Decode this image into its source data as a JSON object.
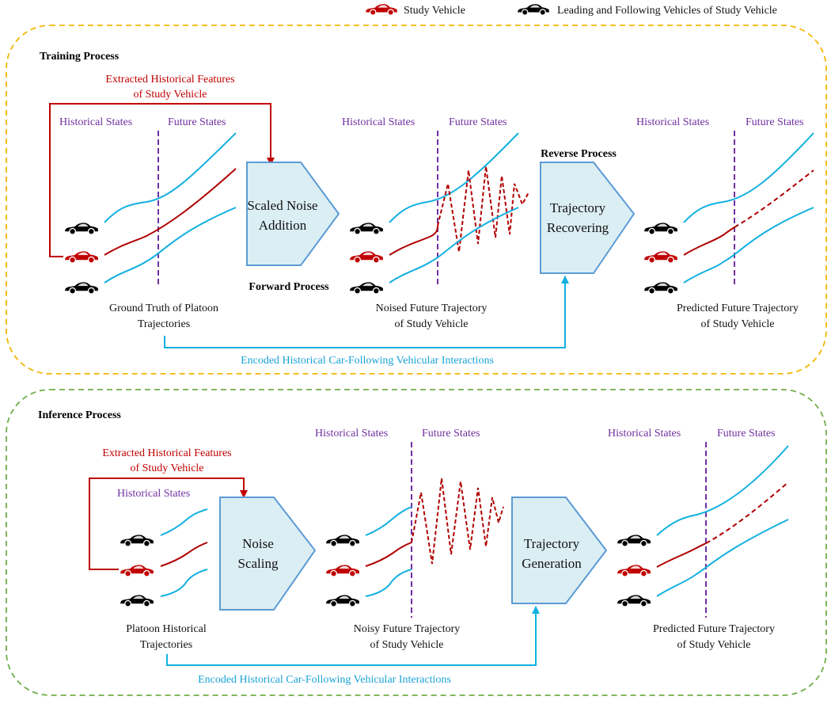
{
  "legend": {
    "study_vehicle": "Study Vehicle",
    "other_vehicles": "Leading and Following Vehicles of Study Vehicle"
  },
  "colors": {
    "training_border": "#f2b705",
    "inference_border": "#70ad47",
    "trajectory_blue": "#12b0e0",
    "study_red": "#b00000",
    "divider_purple": "#7030a0",
    "box_fill": "#dbeef4",
    "box_stroke": "#5b9bd5"
  },
  "training": {
    "title": "Training Process",
    "extracted_line1": "Extracted Historical Features",
    "extracted_line2": "of Study Vehicle",
    "historical_states": "Historical States",
    "future_states": "Future States",
    "box1_line1": "Scaled Noise",
    "box1_line2": "Addition",
    "forward_process": "Forward Process",
    "reverse_process": "Reverse Process",
    "box2_line1": "Trajectory",
    "box2_line2": "Recovering",
    "caption1_line1": "Ground Truth of Platoon",
    "caption1_line2": "Trajectories",
    "caption2_line1": "Noised Future Trajectory",
    "caption2_line2": "of Study Vehicle",
    "caption3_line1": "Predicted Future Trajectory",
    "caption3_line2": "of Study Vehicle",
    "encoded": "Encoded Historical Car-Following Vehicular Interactions"
  },
  "inference": {
    "title": "Inference Process",
    "extracted_line1": "Extracted Historical Features",
    "extracted_line2": "of Study Vehicle",
    "historical_states": "Historical States",
    "future_states": "Future States",
    "box1_line1": "Noise",
    "box1_line2": "Scaling",
    "box2_line1": "Trajectory",
    "box2_line2": "Generation",
    "caption1_line1": "Platoon Historical",
    "caption1_line2": "Trajectories",
    "caption2_line1": "Noisy Future Trajectory",
    "caption2_line2": "of Study Vehicle",
    "caption3_line1": "Predicted Future Trajectory",
    "caption3_line2": "of Study Vehicle",
    "encoded": "Encoded Historical Car-Following Vehicular Interactions"
  }
}
